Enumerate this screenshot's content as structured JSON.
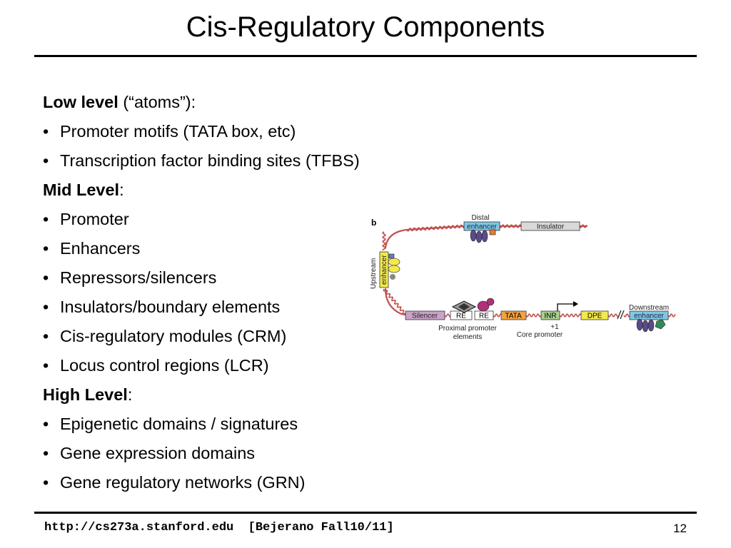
{
  "slide": {
    "title": "Cis-Regulatory Components",
    "sections": {
      "low": {
        "heading": "Low level",
        "suffix": " (“atoms”):",
        "items": [
          "Promoter motifs (TATA box, etc)",
          "Transcription factor binding sites (TFBS)"
        ]
      },
      "mid": {
        "heading": "Mid Level",
        "suffix": ":",
        "items": [
          "Promoter",
          "Enhancers",
          "Repressors/silencers",
          "Insulators/boundary elements",
          "Cis-regulatory modules (CRM)",
          "Locus control regions (LCR)"
        ]
      },
      "high": {
        "heading": "High Level",
        "suffix": ":",
        "items": [
          "Epigenetic domains / signatures",
          "Gene expression domains",
          "Gene regulatory networks (GRN)"
        ]
      }
    },
    "bullet_char": "•",
    "footer": {
      "url": "http://cs273a.stanford.edu",
      "citation": "[Bejerano Fall10/11]",
      "page_number": "12"
    }
  },
  "figure": {
    "panel_label": "b",
    "labels": {
      "distal": "Distal",
      "distal_enhancer": "enhancer",
      "insulator": "Insulator",
      "upstream": "Upstream",
      "upstream_enhancer": "enhancer",
      "silencer": "Silencer",
      "re1": "RE",
      "re2": "RE",
      "tata": "TATA",
      "inr": "INR",
      "dpe": "DPE",
      "downstream": "Downstream",
      "downstream_enhancer": "enhancer",
      "proximal_1": "Proximal promoter",
      "proximal_2": "elements",
      "plus_one": "+1",
      "core_promoter": "Core promoter"
    },
    "colors": {
      "dna": "#c0504d",
      "enhancer_box": "#7ec8e3",
      "insulator_box": "#d9d9d9",
      "upstream_box": "#f2e94e",
      "silencer_box": "#c9a3c8",
      "tata_box": "#f4a340",
      "inr_box": "#a8d08d",
      "dpe_box": "#f2e94e",
      "tf_purple": "#5b4a8b",
      "tf_magenta": "#b0307a",
      "tf_green": "#2e8b57",
      "tf_orange": "#e07b39",
      "tf_yellow": "#f2e94e"
    }
  }
}
